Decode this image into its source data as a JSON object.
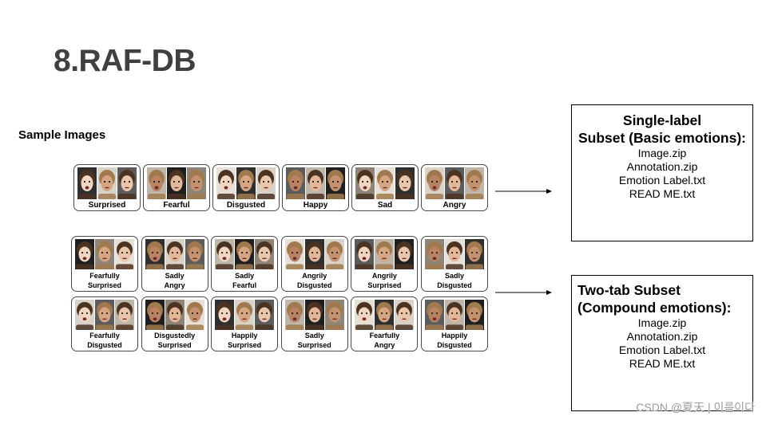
{
  "slide": {
    "title": "8.RAF-DB",
    "sample_images_label": "Sample Images"
  },
  "basic_emotions": [
    {
      "lines": [
        "Surprised"
      ]
    },
    {
      "lines": [
        "Fearful"
      ]
    },
    {
      "lines": [
        "Disgusted"
      ]
    },
    {
      "lines": [
        "Happy"
      ]
    },
    {
      "lines": [
        "Sad"
      ]
    },
    {
      "lines": [
        "Angry"
      ]
    }
  ],
  "compound_emotions": [
    [
      {
        "lines": [
          "Fearfully",
          "Surprised"
        ]
      },
      {
        "lines": [
          "Sadly",
          "Angry"
        ]
      },
      {
        "lines": [
          "Sadly",
          "Fearful"
        ]
      },
      {
        "lines": [
          "Angrily",
          "Disgusted"
        ]
      },
      {
        "lines": [
          "Angrily",
          "Surprised"
        ]
      },
      {
        "lines": [
          "Sadly",
          "Disgusted"
        ]
      }
    ],
    [
      {
        "lines": [
          "Fearfully",
          "Disgusted"
        ]
      },
      {
        "lines": [
          "Disgustedly",
          "Surprised"
        ]
      },
      {
        "lines": [
          "Happily",
          "Surprised"
        ]
      },
      {
        "lines": [
          "Sadly",
          "Surprised"
        ]
      },
      {
        "lines": [
          "Fearfully",
          "Angry"
        ]
      },
      {
        "lines": [
          "Happily",
          "Disgusted"
        ]
      }
    ]
  ],
  "single_label_subset": {
    "heading": [
      "Single-label",
      "Subset (Basic emotions):"
    ],
    "files": [
      "Image.zip",
      "Annotation.zip",
      "Emotion Label.txt",
      "READ ME.txt"
    ]
  },
  "two_tab_subset": {
    "heading": [
      "Two-tab Subset",
      "(Compound emotions):"
    ],
    "files": [
      "Image.zip",
      "Annotation.zip",
      "Emotion Label.txt",
      "READ ME.txt"
    ]
  },
  "watermark": "CSDN @夏天 | 이름이다",
  "icons": {
    "arrow": "arrow-right-icon",
    "sample_photo": "face-photo"
  },
  "colors": {
    "title": "#404040",
    "text": "#000000",
    "group_border": "#4a4a4a",
    "box_border": "#000000",
    "watermark": "#9a9a9a"
  }
}
